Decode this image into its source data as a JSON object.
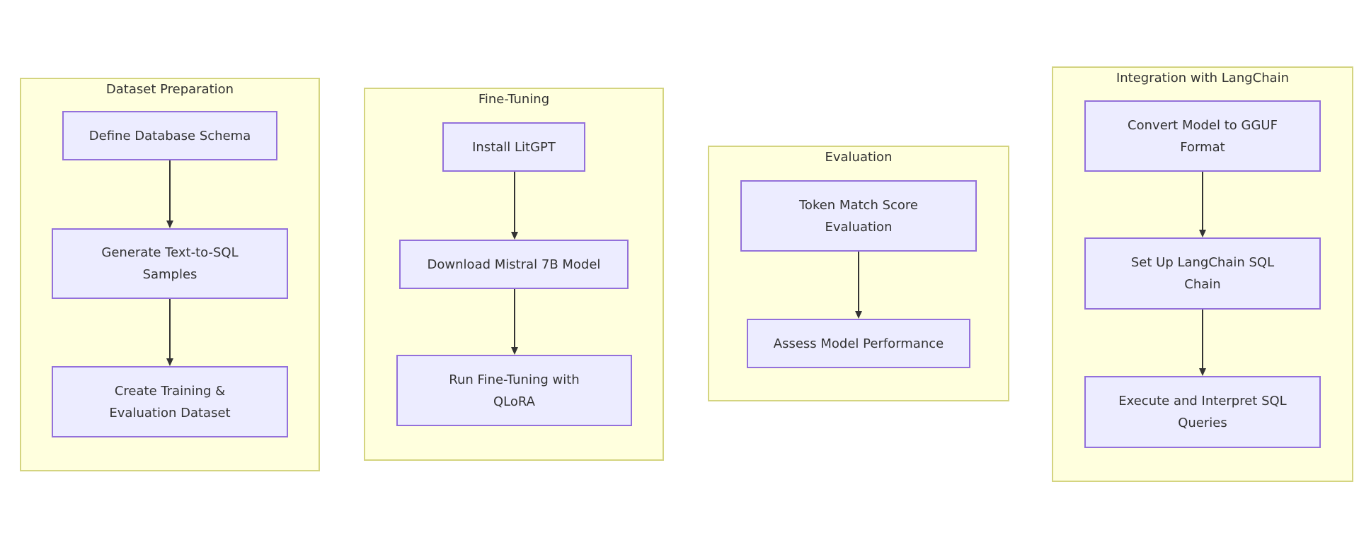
{
  "diagram": {
    "clusters": [
      {
        "id": "dataset-preparation",
        "title": "Dataset Preparation",
        "nodes": [
          {
            "id": "define-schema",
            "label": "Define Database Schema"
          },
          {
            "id": "generate-samples",
            "label": "Generate Text-to-SQL Samples"
          },
          {
            "id": "create-dataset",
            "label": "Create Training & Evaluation Dataset"
          }
        ]
      },
      {
        "id": "fine-tuning",
        "title": "Fine-Tuning",
        "nodes": [
          {
            "id": "install-litgpt",
            "label": "Install LitGPT"
          },
          {
            "id": "download-mistral",
            "label": "Download Mistral 7B Model"
          },
          {
            "id": "run-finetuning",
            "label": "Run Fine-Tuning with QLoRA"
          }
        ]
      },
      {
        "id": "evaluation",
        "title": "Evaluation",
        "nodes": [
          {
            "id": "token-match",
            "label": "Token Match Score Evaluation"
          },
          {
            "id": "assess-performance",
            "label": "Assess Model Performance"
          }
        ]
      },
      {
        "id": "langchain-integration",
        "title": "Integration with LangChain",
        "nodes": [
          {
            "id": "convert-gguf",
            "label": "Convert Model to GGUF Format"
          },
          {
            "id": "setup-chain",
            "label": "Set Up LangChain SQL Chain"
          },
          {
            "id": "execute-queries",
            "label": "Execute and Interpret SQL Queries"
          }
        ]
      }
    ],
    "edges": [
      {
        "from": "define-schema",
        "to": "generate-samples"
      },
      {
        "from": "generate-samples",
        "to": "create-dataset"
      },
      {
        "from": "install-litgpt",
        "to": "download-mistral"
      },
      {
        "from": "download-mistral",
        "to": "run-finetuning"
      },
      {
        "from": "token-match",
        "to": "assess-performance"
      },
      {
        "from": "convert-gguf",
        "to": "setup-chain"
      },
      {
        "from": "setup-chain",
        "to": "execute-queries"
      }
    ]
  },
  "colors": {
    "cluster_fill": "#ffffde",
    "cluster_border": "#d4d480",
    "node_fill": "#ececff",
    "node_border": "#9370db",
    "edge": "#333333"
  }
}
